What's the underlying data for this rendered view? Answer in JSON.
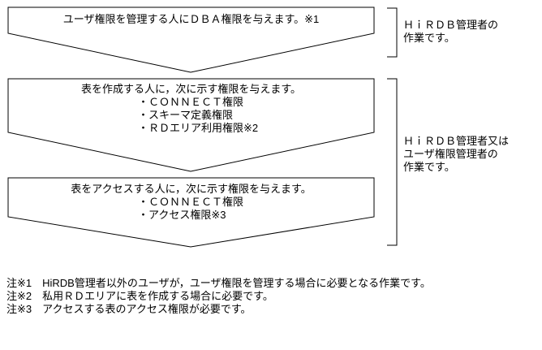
{
  "diagram": {
    "steps": [
      {
        "text": "ユーザ権限を管理する人にＤＢＡ権限を与えます。※1",
        "bullets": []
      },
      {
        "text": "表を作成する人に，次に示す権限を与えます。",
        "bullets": [
          "・ＣＯＮＮＥＣＴ権限",
          "・スキーマ定義権限",
          "・ＲＤエリア利用権限※2"
        ]
      },
      {
        "text": "表をアクセスする人に，次に示す権限を与えます。",
        "bullets": [
          "・ＣＯＮＮＥＣＴ権限",
          "・アクセス権限※3"
        ]
      }
    ],
    "brackets": [
      {
        "line1": "ＨｉＲＤＢ管理者の",
        "line2": "作業です。"
      },
      {
        "line1": "ＨｉＲＤＢ管理者又は",
        "line2": "ユーザ権限管理者の",
        "line3": "作業です。"
      }
    ],
    "notes": [
      "注※1　HiRDB管理者以外のユーザが，ユーザ権限を管理する場合に必要となる作業です。",
      "注※2　私用ＲＤエリアに表を作成する場合に必要です。",
      "注※3　アクセスする表のアクセス権限が必要です。"
    ],
    "colors": {
      "stroke": "#000000",
      "background": "#ffffff",
      "text": "#000000"
    }
  }
}
